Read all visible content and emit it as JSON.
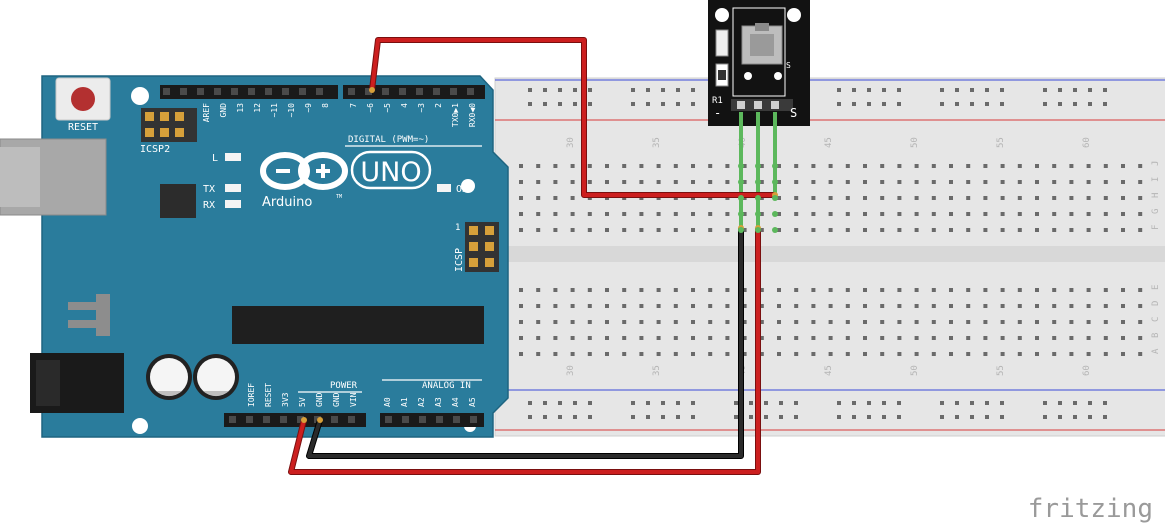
{
  "board": {
    "reset_label": "RESET",
    "icsp2_label": "ICSP2",
    "icsp_label": "ICSP",
    "icsp_pin1": "1",
    "led_l": "L",
    "led_tx": "TX",
    "led_rx": "RX",
    "on_label": "ON",
    "uno_logo": "UNO",
    "brand": "Arduino",
    "tm": "TM",
    "digital_label": "DIGITAL (PWM=~)",
    "power_label": "POWER",
    "analog_label": "ANALOG IN",
    "digital_pins": [
      "AREF",
      "GND",
      "13",
      "12",
      "~11",
      "~10",
      "~9",
      "8",
      "7",
      "~6",
      "~5",
      "4",
      "~3",
      "2",
      "TX0▶1",
      "RX0◀0"
    ],
    "power_pins": [
      "IOREF",
      "RESET",
      "3V3",
      "5V",
      "GND",
      "GND",
      "VIN"
    ],
    "analog_pins": [
      "A0",
      "A1",
      "A2",
      "A3",
      "A4",
      "A5"
    ]
  },
  "breadboard": {
    "col_numbers": [
      "30",
      "35",
      "40",
      "45",
      "50",
      "55",
      "60"
    ],
    "row_letters_top": [
      "J",
      "I",
      "H",
      "G",
      "F"
    ],
    "row_letters_bottom": [
      "E",
      "D",
      "C",
      "B",
      "A"
    ]
  },
  "sensor": {
    "r1_label": "R1",
    "s_label": "S",
    "pin_minus": "-",
    "pin_s": "S"
  },
  "watermark": "fritzing",
  "colors": {
    "board": "#2a7c9c",
    "wire_red": "#cc1f1f",
    "wire_black": "#1a1a1a",
    "leg_green": "#5cb85c"
  }
}
